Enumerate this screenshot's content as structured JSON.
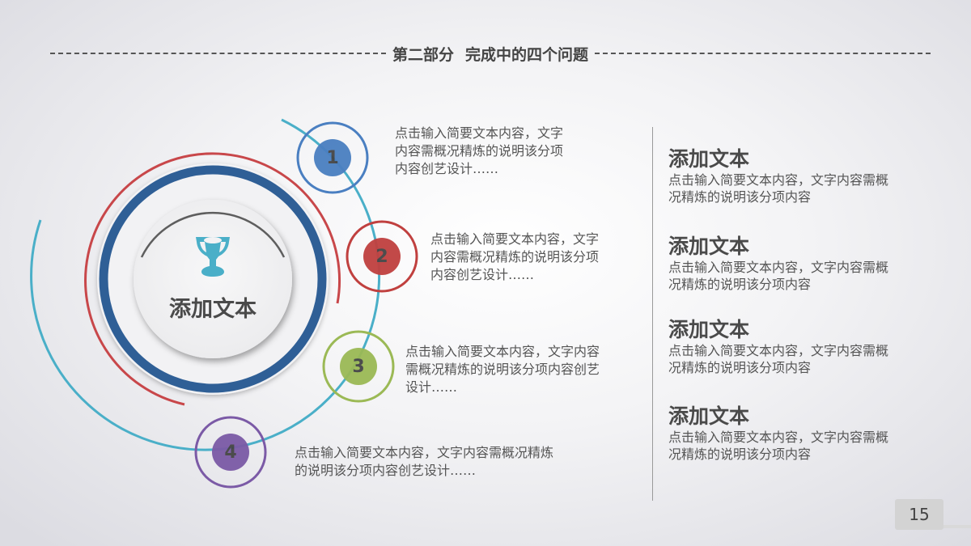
{
  "header": {
    "section": "第二部分",
    "title": "完成中的四个问题"
  },
  "center": {
    "icon": "trophy-icon",
    "label": "添加文本"
  },
  "steps": [
    {
      "number": "1",
      "color": "#4a7fc1",
      "ring_color": "#4a7fc1",
      "lines": [
        "点击输入简要文本内容，文字",
        "内容需概况精炼的说明该分项",
        "内容创艺设计……"
      ]
    },
    {
      "number": "2",
      "color": "#c0403f",
      "ring_color": "#c0403f",
      "lines": [
        "点击输入简要文本内容，文字",
        "内容需概况精炼的说明该分项",
        "内容创艺设计……"
      ]
    },
    {
      "number": "3",
      "color": "#9bb955",
      "ring_color": "#9bb955",
      "lines": [
        "点击输入简要文本内容，文字内容",
        "需概况精炼的说明该分项内容创艺",
        "设计……"
      ]
    },
    {
      "number": "4",
      "color": "#7b5aa6",
      "ring_color": "#7b5aa6",
      "lines": [
        "点击输入简要文本内容，文字内容需概况精炼",
        "的说明该分项内容创艺设计……"
      ]
    }
  ],
  "side_items": [
    {
      "heading": "添加文本",
      "lines": [
        "点击输入简要文本内容，文字内容需概",
        "况精炼的说明该分项内容"
      ]
    },
    {
      "heading": "添加文本",
      "lines": [
        "点击输入简要文本内容，文字内容需概",
        "况精炼的说明该分项内容"
      ]
    },
    {
      "heading": "添加文本",
      "lines": [
        "点击输入简要文本内容，文字内容需概",
        "况精炼的说明该分项内容"
      ]
    },
    {
      "heading": "添加文本",
      "lines": [
        "点击输入简要文本内容，文字内容需概",
        "况精炼的说明该分项内容"
      ]
    }
  ],
  "page_number": "15",
  "colors": {
    "teal_arc": "#4aafc8",
    "red_arc": "#c8474a",
    "blue_ring": "#2f5f96",
    "trophy": "#4aafc8"
  }
}
